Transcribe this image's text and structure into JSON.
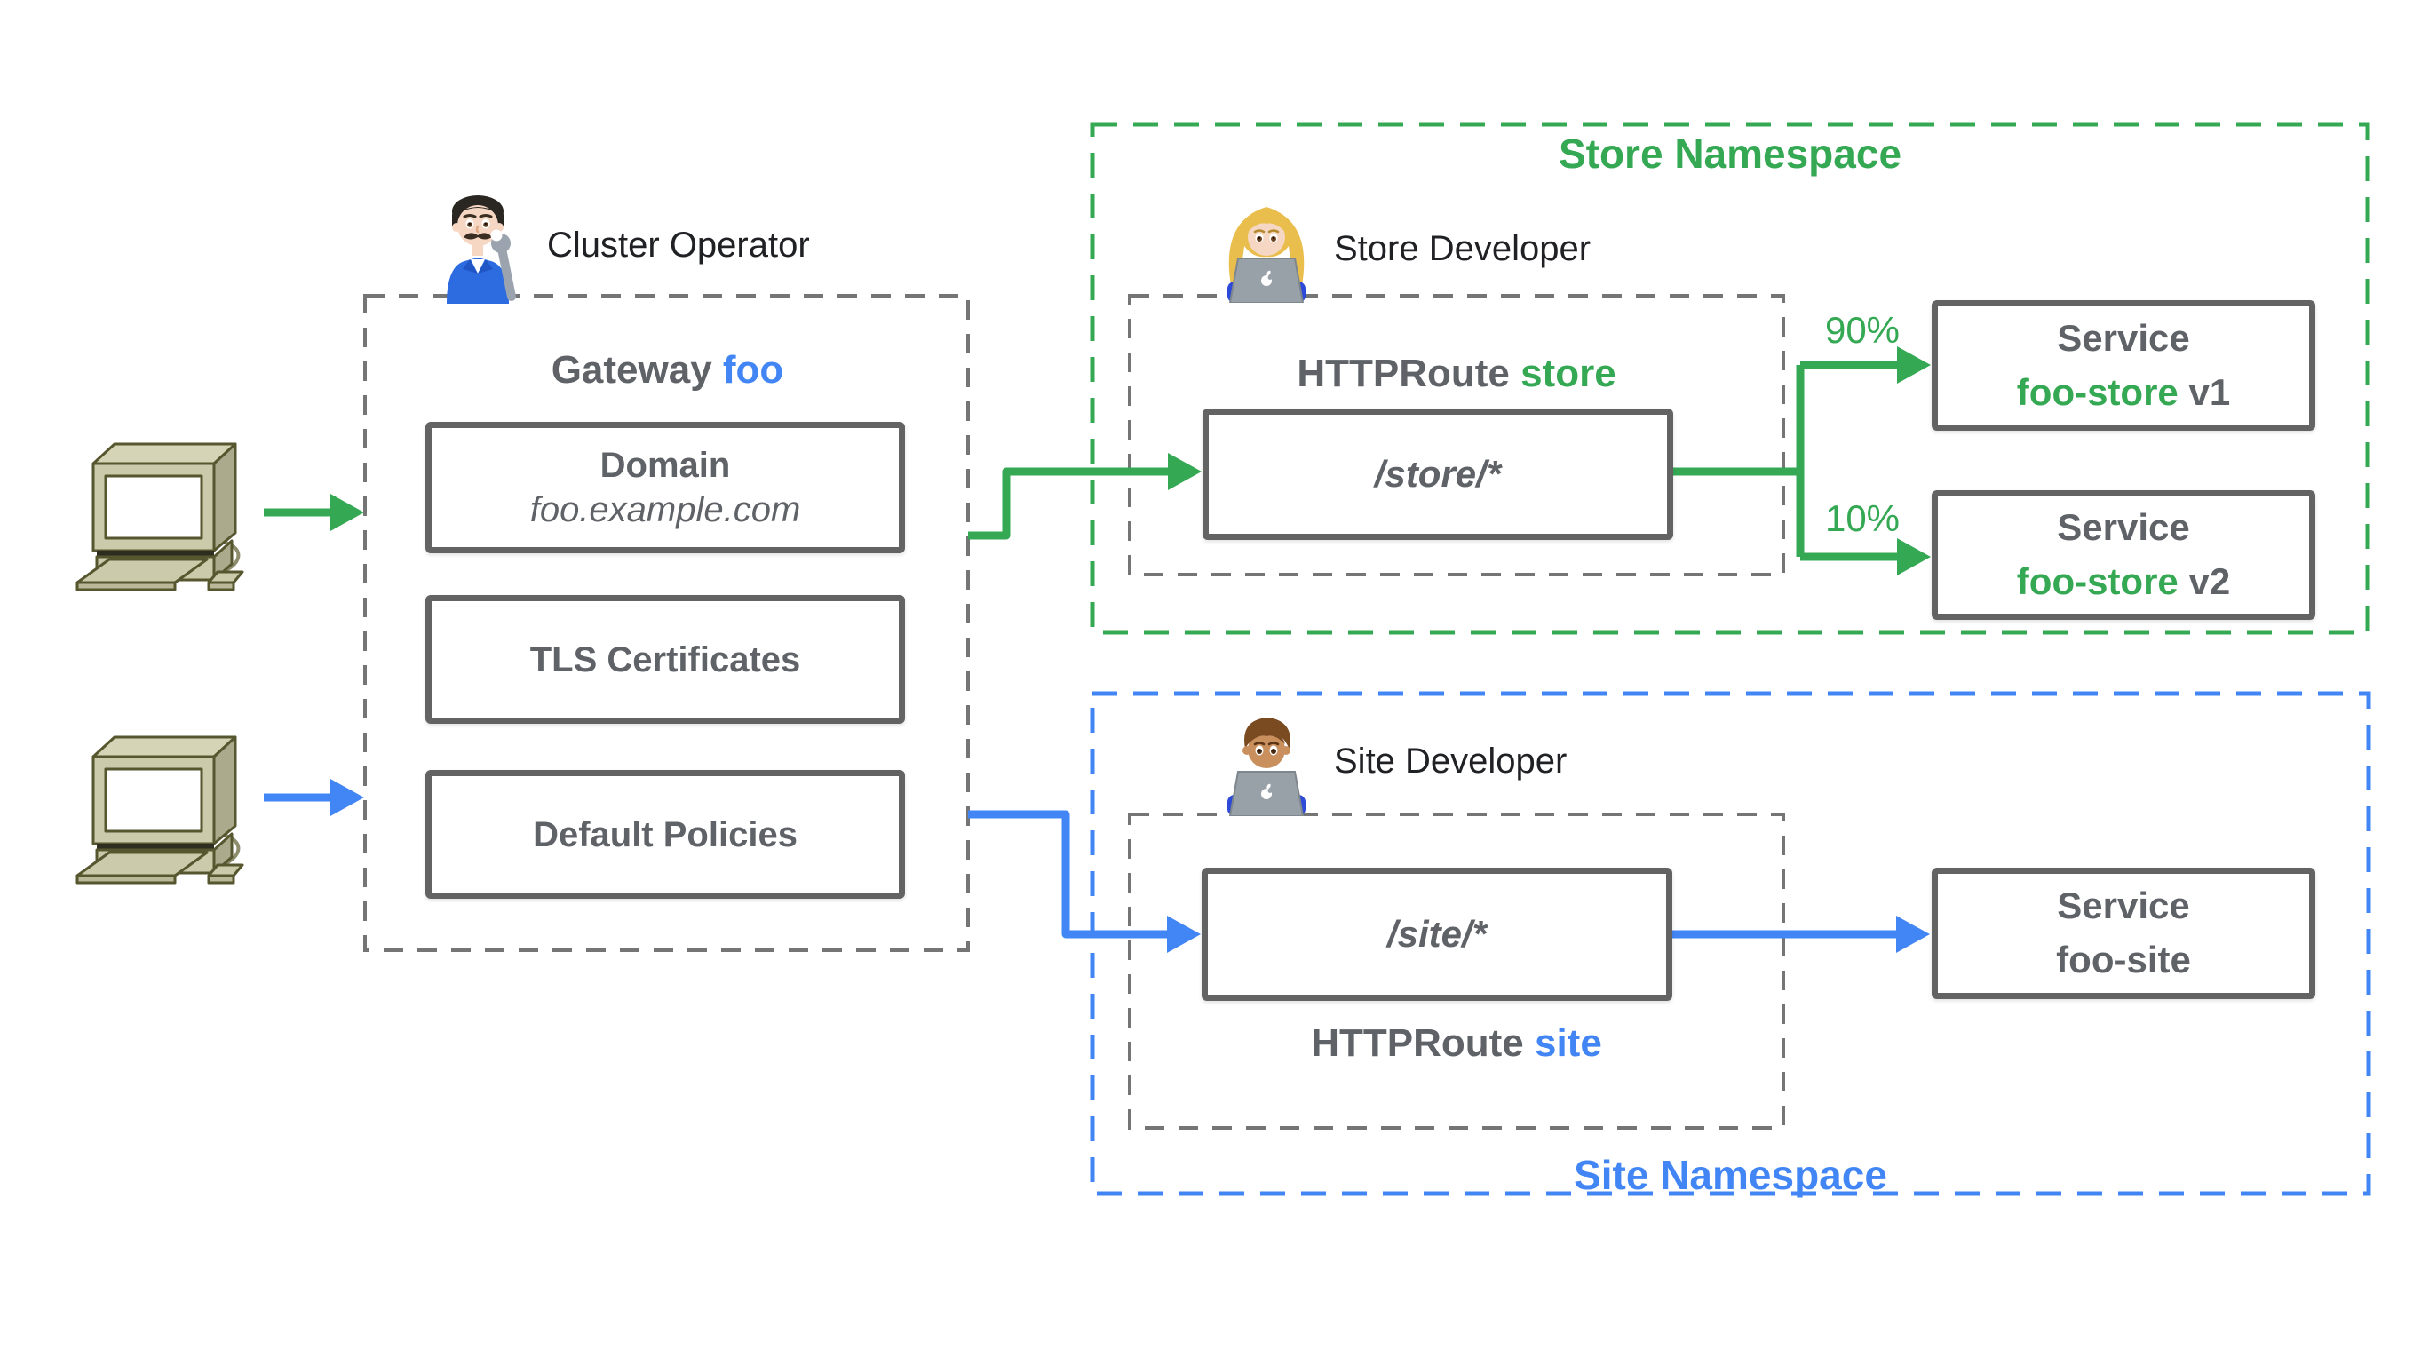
{
  "colors": {
    "green": "#34A853",
    "blue": "#4285F4",
    "gray_text": "#5F6368",
    "box_border": "#636363",
    "dash_gray": "#757575",
    "black": "#202124"
  },
  "icons": {
    "client": "desktop-computer-icon",
    "cluster_operator": "man-mechanic-icon",
    "store_developer": "woman-technologist-icon",
    "site_developer": "man-technologist-icon"
  },
  "actors": {
    "cluster_operator": {
      "label": "Cluster Operator"
    },
    "store_developer": {
      "label": "Store Developer"
    },
    "site_developer": {
      "label": "Site Developer"
    }
  },
  "gateway": {
    "title_prefix": "Gateway ",
    "title_name": "foo",
    "boxes": [
      {
        "title": "Domain",
        "subtitle": "foo.example.com"
      },
      {
        "title": "TLS Certificates"
      },
      {
        "title": "Default Policies"
      }
    ]
  },
  "store_namespace": {
    "label": "Store Namespace",
    "httproute": {
      "title_prefix": "HTTPRoute ",
      "title_name": "store",
      "path": "/store/*"
    },
    "weights": {
      "v1": "90%",
      "v2": "10%"
    },
    "services": [
      {
        "line1": "Service",
        "name": "foo-store",
        "version": "v1"
      },
      {
        "line1": "Service",
        "name": "foo-store",
        "version": "v2"
      }
    ]
  },
  "site_namespace": {
    "label": "Site Namespace",
    "httproute": {
      "title_prefix": "HTTPRoute ",
      "title_name": "site",
      "path": "/site/*"
    },
    "service": {
      "line1": "Service",
      "name": "foo-site",
      "version": ""
    }
  }
}
